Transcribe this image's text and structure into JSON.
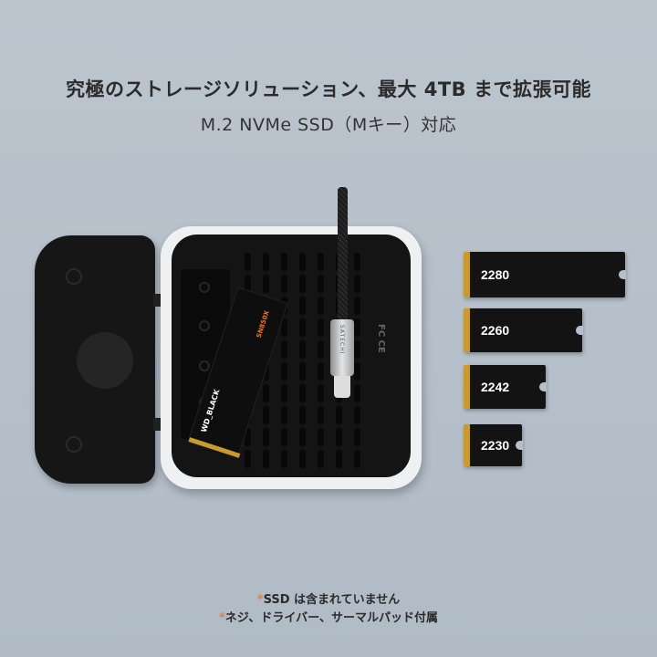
{
  "header": {
    "title": "究極のストレージソリューション、最大 4TB まで拡張可能",
    "subtitle": "M.2 NVMe SSD（Mキー）対応"
  },
  "product": {
    "ssd_brand": "WD_BLACK",
    "ssd_model": "SN850X",
    "cable_brand": "SATECHI",
    "cert_marks": "FC CE"
  },
  "ssd_sizes": [
    {
      "label": "2280"
    },
    {
      "label": "2260"
    },
    {
      "label": "2242"
    },
    {
      "label": "2230"
    }
  ],
  "notes": [
    {
      "asterisk": "*",
      "text": "SSD は含まれていません"
    },
    {
      "asterisk": "*",
      "text": "ネジ、ドライバー、サーマルパッド付属"
    }
  ],
  "colors": {
    "background": "#b6c0ca",
    "accent": "#ef7d2a",
    "gold": "#c99a2e"
  }
}
